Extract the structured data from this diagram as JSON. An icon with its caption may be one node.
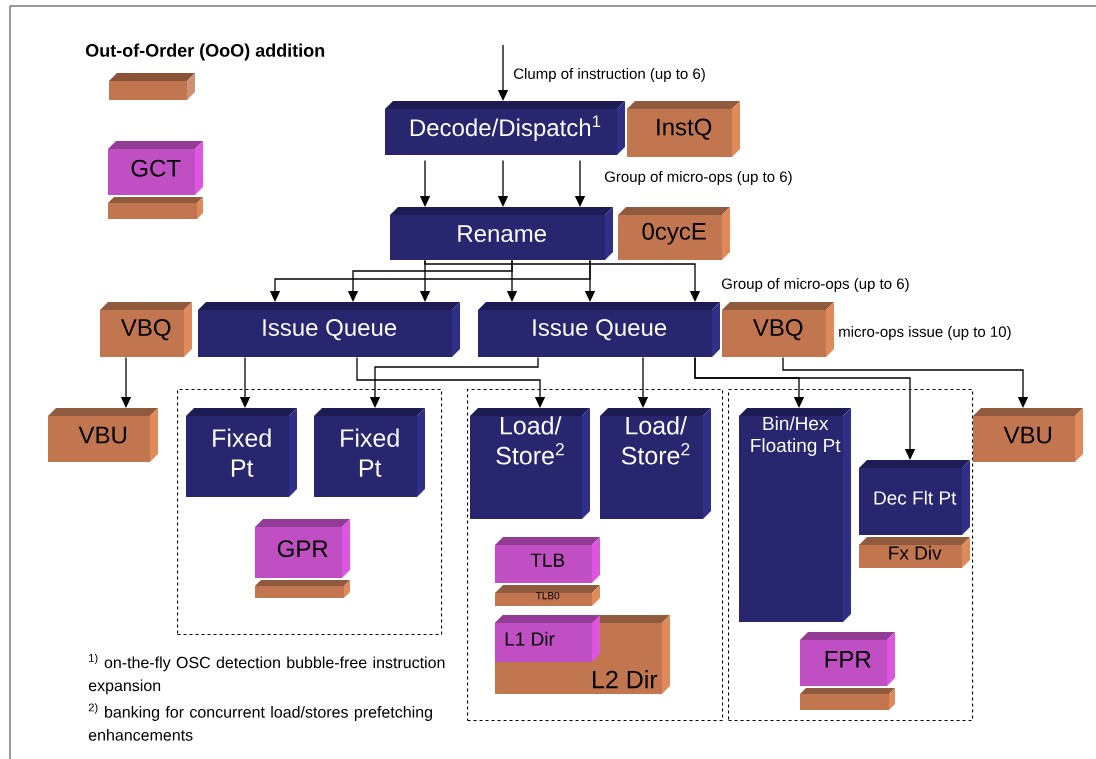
{
  "diagram": {
    "nodes": [
      {
        "text": [
          "Decode/Dispatch$^{1}$"
        ]
      },
      {
        "text": [
          "InstQ"
        ]
      },
      {
        "text": [
          "Rename"
        ]
      },
      {
        "text": [
          "0cycE"
        ]
      },
      {
        "text": [
          "Issue Queue"
        ]
      },
      {
        "text": [
          "Issue Queue"
        ]
      },
      {
        "text": [
          "VBQ"
        ]
      },
      {
        "text": [
          "VBQ"
        ],
        "beside": [
          "micro-ops issue (up to 10)"
        ]
      },
      {
        "text": [],
        "shape": "box"
      },
      {
        "text": [
          "Fixed Pt"
        ],
        "in": 8
      },
      {
        "text": [
          "Fixed Pt"
        ],
        "in": 8
      },
      {
        "text": [
          "GPR"
        ],
        "in": 8
      },
      {
        "text": [],
        "shape": "box"
      },
      {
        "text": [
          "Load/ Store$^{2}$"
        ],
        "in": 12
      },
      {
        "text": [
          "Load/ Store$^{2}$"
        ],
        "in": 12
      },
      {
        "text": [
          "TLB"
        ],
        "in": 12
      },
      {
        "text": [
          "TLB0"
        ],
        "in": 12
      },
      {
        "text": [
          "L2 Dir"
        ],
        "in": 12
      },
      {
        "text": [
          "L1 Dir"
        ],
        "in": 17
      },
      {
        "text": [],
        "shape": "box"
      },
      {
        "text": [
          "Bin/Hex Floating Pt"
        ],
        "in": 19
      },
      {
        "text": [
          "Dec Flt Pt"
        ],
        "in": 19
      },
      {
        "text": [
          "Fx Div"
        ],
        "in": 19
      },
      {
        "text": [
          "FPR"
        ],
        "in": 19
      },
      {
        "text": [
          "VBU"
        ]
      },
      {
        "text": [
          "VBU"
        ]
      },
      {
        "text": [
          "GCT"
        ]
      }
    ],
    "edges": [
      {
        "from": null,
        "to": 0,
        "arrow": "to",
        "label": "Clump of instruction (up to 6)"
      },
      {
        "from": 0,
        "to": 2,
        "arrow": "to"
      },
      {
        "from": 0,
        "to": 2,
        "arrow": "to"
      },
      {
        "from": 0,
        "to": 2,
        "arrow": "to",
        "label": "Group of micro-ops (up to 6)"
      },
      {
        "from": 2,
        "to": 4,
        "arrow": "to"
      },
      {
        "from": 2,
        "to": 4,
        "arrow": "to"
      },
      {
        "from": 2,
        "to": 4,
        "arrow": "to"
      },
      {
        "from": 2,
        "to": 5,
        "arrow": "to"
      },
      {
        "from": 2,
        "to": 5,
        "arrow": "to"
      },
      {
        "from": 2,
        "to": 5,
        "arrow": "to",
        "label": "Group of micro-ops (up to 6)"
      },
      {
        "from": 6,
        "to": 24,
        "arrow": "to"
      },
      {
        "from": 4,
        "to": 9,
        "arrow": "to"
      },
      {
        "from": 4,
        "to": 13,
        "arrow": "to"
      },
      {
        "from": 5,
        "to": 10,
        "arrow": "to"
      },
      {
        "from": 5,
        "to": 14,
        "arrow": "to"
      },
      {
        "from": 5,
        "to": 20,
        "arrow": "to"
      },
      {
        "from": 5,
        "to": 21,
        "arrow": "to"
      },
      {
        "from": 7,
        "to": 25,
        "arrow": "to"
      }
    ],
    "labels": [
      "$^{1)}$ on-the-fly OSC detection bubble-free instruction expansion",
      "$^{2)}$ banking for concurrent load/stores prefetching enhancements"
    ],
    "legend": [
      {
        "text": "Out-of-Order (OoO) addition",
        "color": "#c27650"
      }
    ]
  }
}
